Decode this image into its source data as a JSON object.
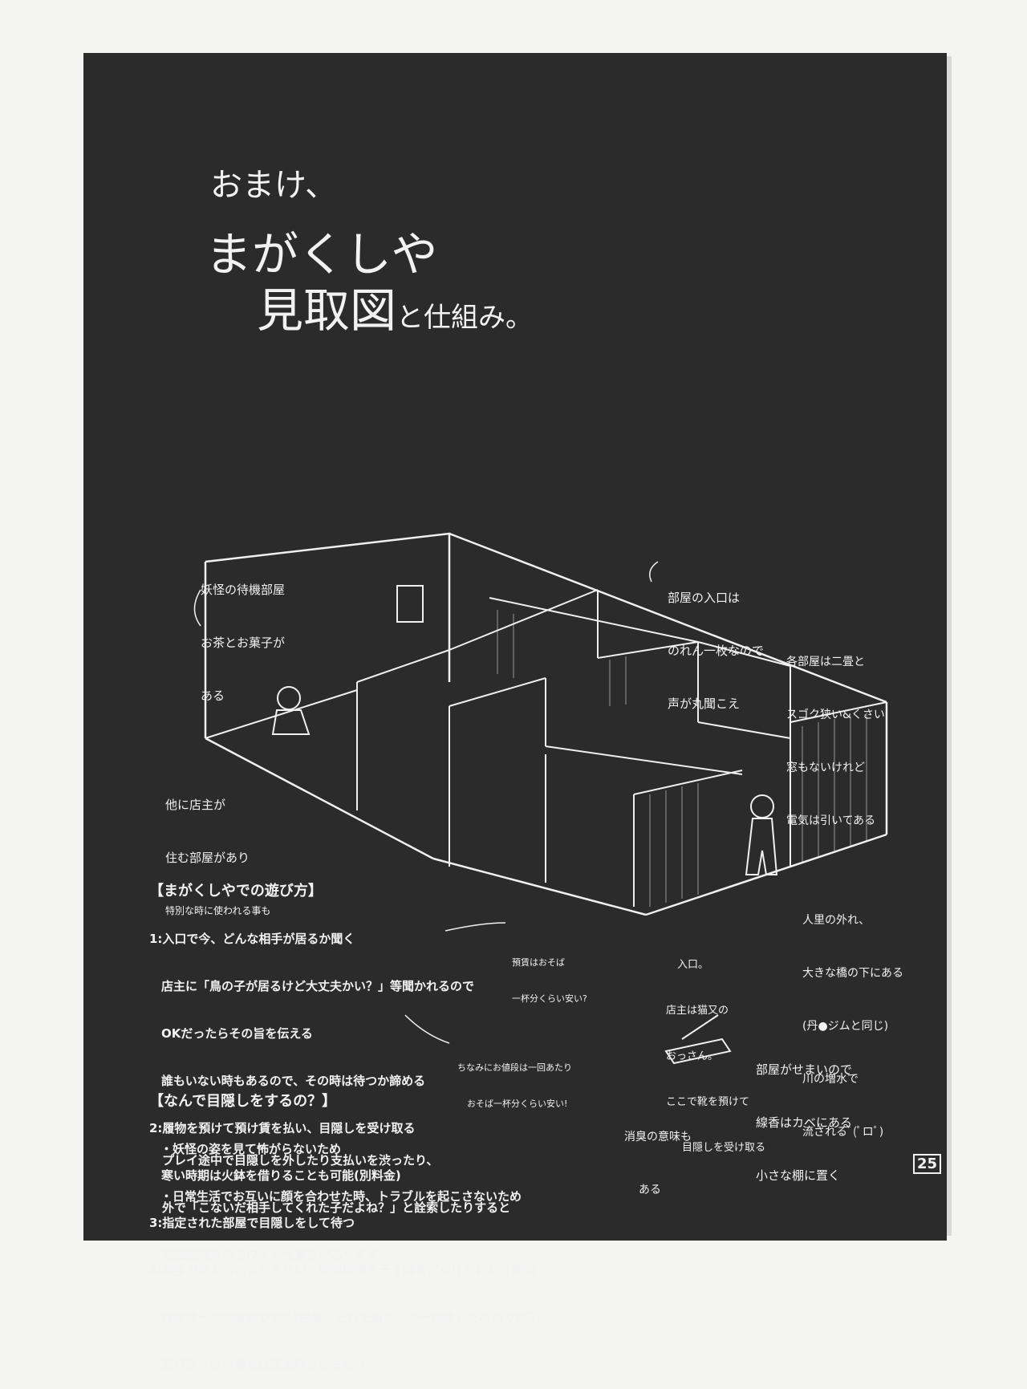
{
  "title": {
    "line1": "おまけ、",
    "line2": "まがくしや",
    "line3_main": "見取図",
    "line3_rest": "と仕組み。"
  },
  "annotations": {
    "waiting_room": [
      "妖怪の待機部屋",
      "お茶とお菓子が",
      "ある"
    ],
    "entrance_curtain": [
      "部屋の入口は",
      "のれん一枚なので",
      "声が丸聞こえ"
    ],
    "room_size": [
      "各部屋は二畳と",
      "スゴク狭い&くさい",
      "窓もないけれど",
      "電気は引いてある"
    ],
    "owner_room": [
      "他に店主が",
      "住む部屋があり",
      "特別な時に使われる事も"
    ],
    "location": [
      "人里の外れ、",
      "大きな橋の下にある",
      "(丹●ジムと同じ)",
      "川の増水で",
      "流されるﾞ(ﾟロﾟ)"
    ],
    "entrance": [
      "入口。",
      "店主は猫又の",
      "おっさん。",
      "ここで靴を預けて",
      "目隠しを受け取る"
    ],
    "incense": [
      "部屋がせまいので",
      "線香はカベにある",
      "小さな棚に置く"
    ],
    "deodor": [
      "消臭の意味も",
      "ある"
    ],
    "deposit_note": [
      "預賃はおそば",
      "一杯分くらい安い?"
    ],
    "price_note": [
      "ちなみにお値段は一回あたり",
      "おそば一杯分くらい安い!"
    ]
  },
  "howto": {
    "heading": "【まがくしやでの遊び方】",
    "lines": [
      "1:入口で今、どんな相手が居るか聞く",
      "　店主に「鳥の子が居るけど大丈夫かい？」等聞かれるので",
      "　OKだったらその旨を伝える",
      "　誰もいない時もあるので、その時は待つか諦める",
      "2:履物を預けて預け賃を払い、目隠しを受け取る",
      "　寒い時期は火鉢を借りることも可能(別料金)",
      "3:指定された部屋で目隠しをして待つ",
      "4:相手が来たらお金を支払い、制限時間を示す線香が点けられたら開始",
      "　時間は一本の線香で30分程度、それを過ぎるか一回達した時点で終了",
      "　遊び足りない場合は延長料金を支払う"
    ]
  },
  "why": {
    "heading": "【なんで目隠しをするの？】",
    "lines": [
      "・妖怪の姿を見て怖がらないため",
      "・日常生活でお互いに顔を合わせた時、トラブルを起こさないため"
    ]
  },
  "warning": [
    "プレイ途中で目隠しを外したり支払いを渋ったり、",
    "外で「こないだ相手してくれた子だよね？」と詮索したりすると",
    "記憶処理等のコワイお仕置きがあります"
  ],
  "page_number": "25"
}
